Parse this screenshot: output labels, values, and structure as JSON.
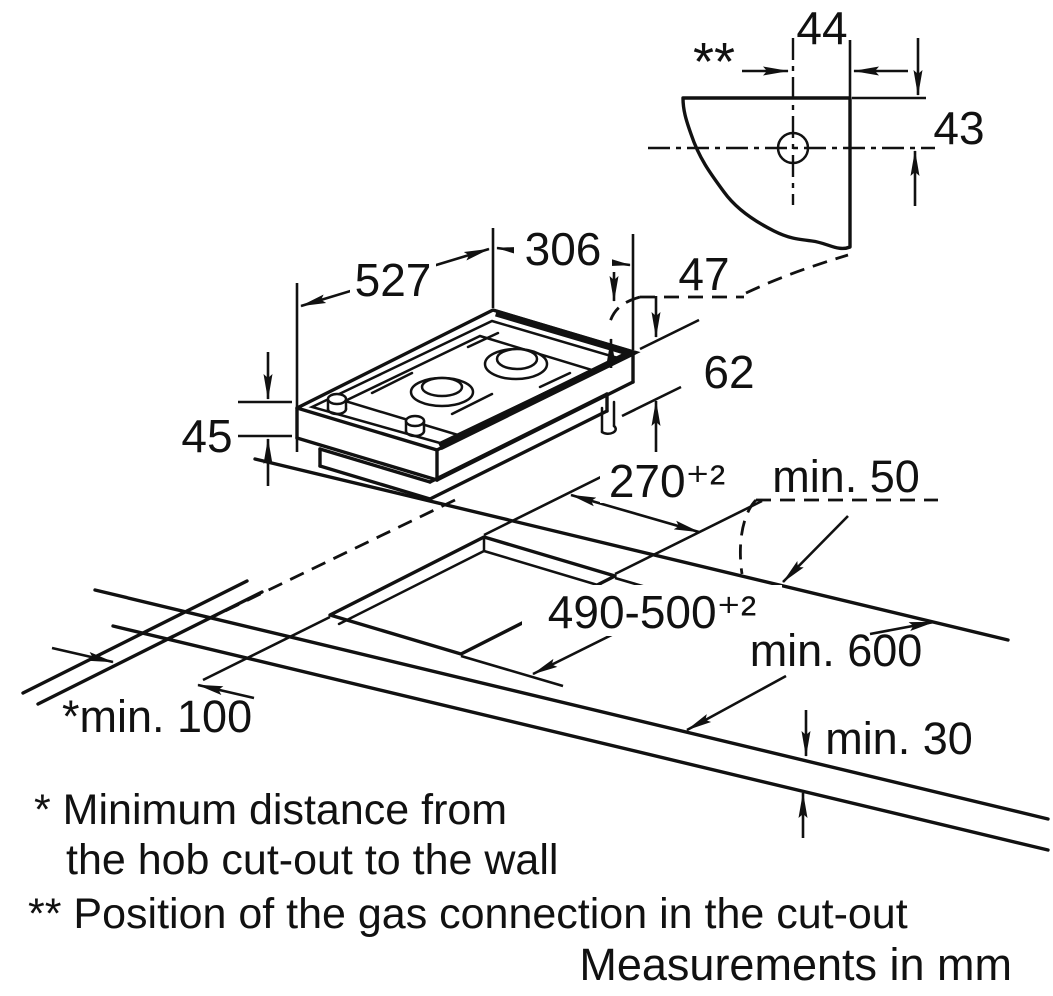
{
  "diagram": {
    "detail_view": {
      "marker": "**",
      "dim_gas_x": "44",
      "dim_gas_y": "43"
    },
    "hob": {
      "dim_depth": "527",
      "dim_width": "306",
      "dim_lip": "47",
      "dim_install_depth": "62",
      "dim_height": "45"
    },
    "worktop": {
      "dim_cutout_width": "270⁺²",
      "dim_cutout_depth": "490-500⁺²",
      "dim_rear_clearance": "min. 50",
      "dim_worktop_depth": "min. 600",
      "dim_side_clearance": "*min. 100",
      "dim_thickness": "min. 30"
    },
    "footnotes": {
      "note1_line1": "* Minimum distance from",
      "note1_line2": "the hob cut-out to the wall",
      "note2": "** Position of the gas connection in the cut-out",
      "units": "Measurements in mm"
    },
    "colors": {
      "ink": "#111111",
      "paper": "#ffffff"
    }
  }
}
